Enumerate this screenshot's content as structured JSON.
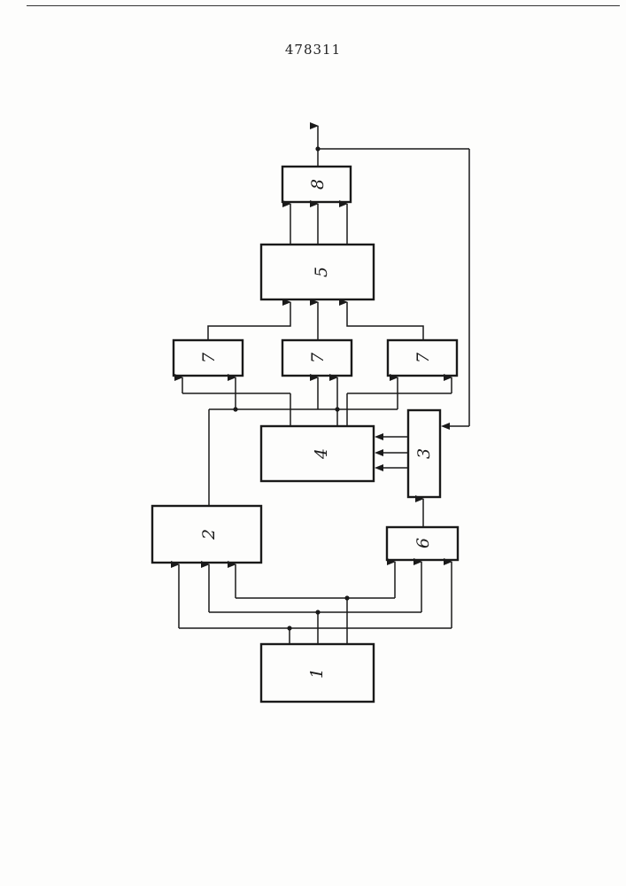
{
  "document": {
    "patent_number": "478311"
  },
  "diagram": {
    "blocks": [
      {
        "id": "b1",
        "label": "1"
      },
      {
        "id": "b2",
        "label": "2"
      },
      {
        "id": "b3",
        "label": "3"
      },
      {
        "id": "b4",
        "label": "4"
      },
      {
        "id": "b5",
        "label": "5"
      },
      {
        "id": "b6",
        "label": "6"
      },
      {
        "id": "b7a",
        "label": "7"
      },
      {
        "id": "b7b",
        "label": "7"
      },
      {
        "id": "b7c",
        "label": "7"
      },
      {
        "id": "b8",
        "label": "8"
      }
    ]
  }
}
